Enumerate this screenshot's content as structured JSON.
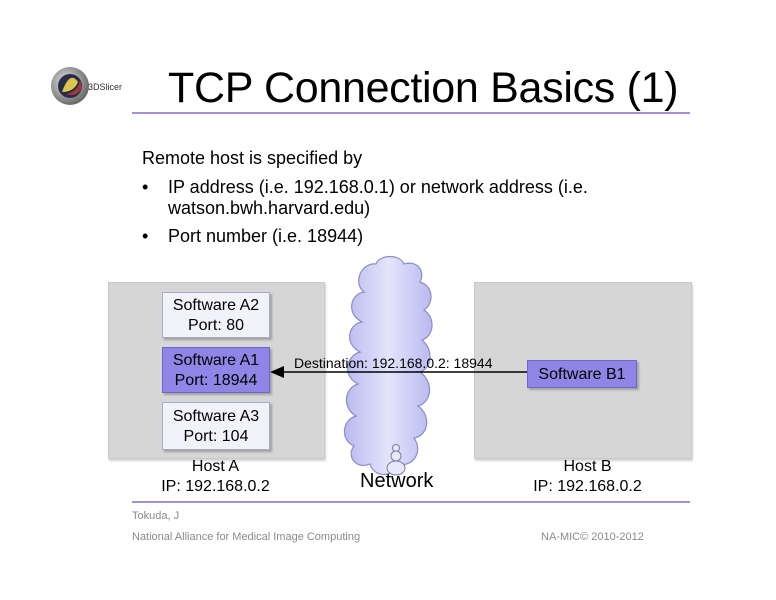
{
  "logo": {
    "text": "3DSlicer",
    "icon": "slicer-logo"
  },
  "title": "TCP Connection Basics (1)",
  "intro": "Remote host is specified by",
  "bullets": [
    {
      "symbol": "•",
      "text": "IP address (i.e. 192.168.0.1) or network address (i.e. watson.bwh.harvard.edu)"
    },
    {
      "symbol": "•",
      "text": "Port number (i.e. 18944)"
    }
  ],
  "diagram": {
    "host_a": {
      "name": "Host A",
      "ip": "IP: 192.168.0.2",
      "software": [
        {
          "name": "Software A2",
          "port": "Port: 80"
        },
        {
          "name": "Software A1",
          "port": "Port: 18944"
        },
        {
          "name": "Software A3",
          "port": "Port: 104"
        }
      ]
    },
    "host_b": {
      "name": "Host B",
      "ip": "IP: 192.168.0.2",
      "software": [
        {
          "name": "Software B1"
        }
      ]
    },
    "connection_label": "Destination: 192.168.0.2: 18944",
    "network_label": "Network",
    "colors": {
      "highlight": "#8f85e6",
      "box": "#f2f2fb",
      "host_bg": "#d6d6d6",
      "cloud": "#c7c7f3",
      "rule": "#a38fd4"
    }
  },
  "footer": {
    "author": "Tokuda, J",
    "organization": "National Alliance for Medical Image Computing",
    "copyright": "NA-MIC© 2010-2012"
  }
}
